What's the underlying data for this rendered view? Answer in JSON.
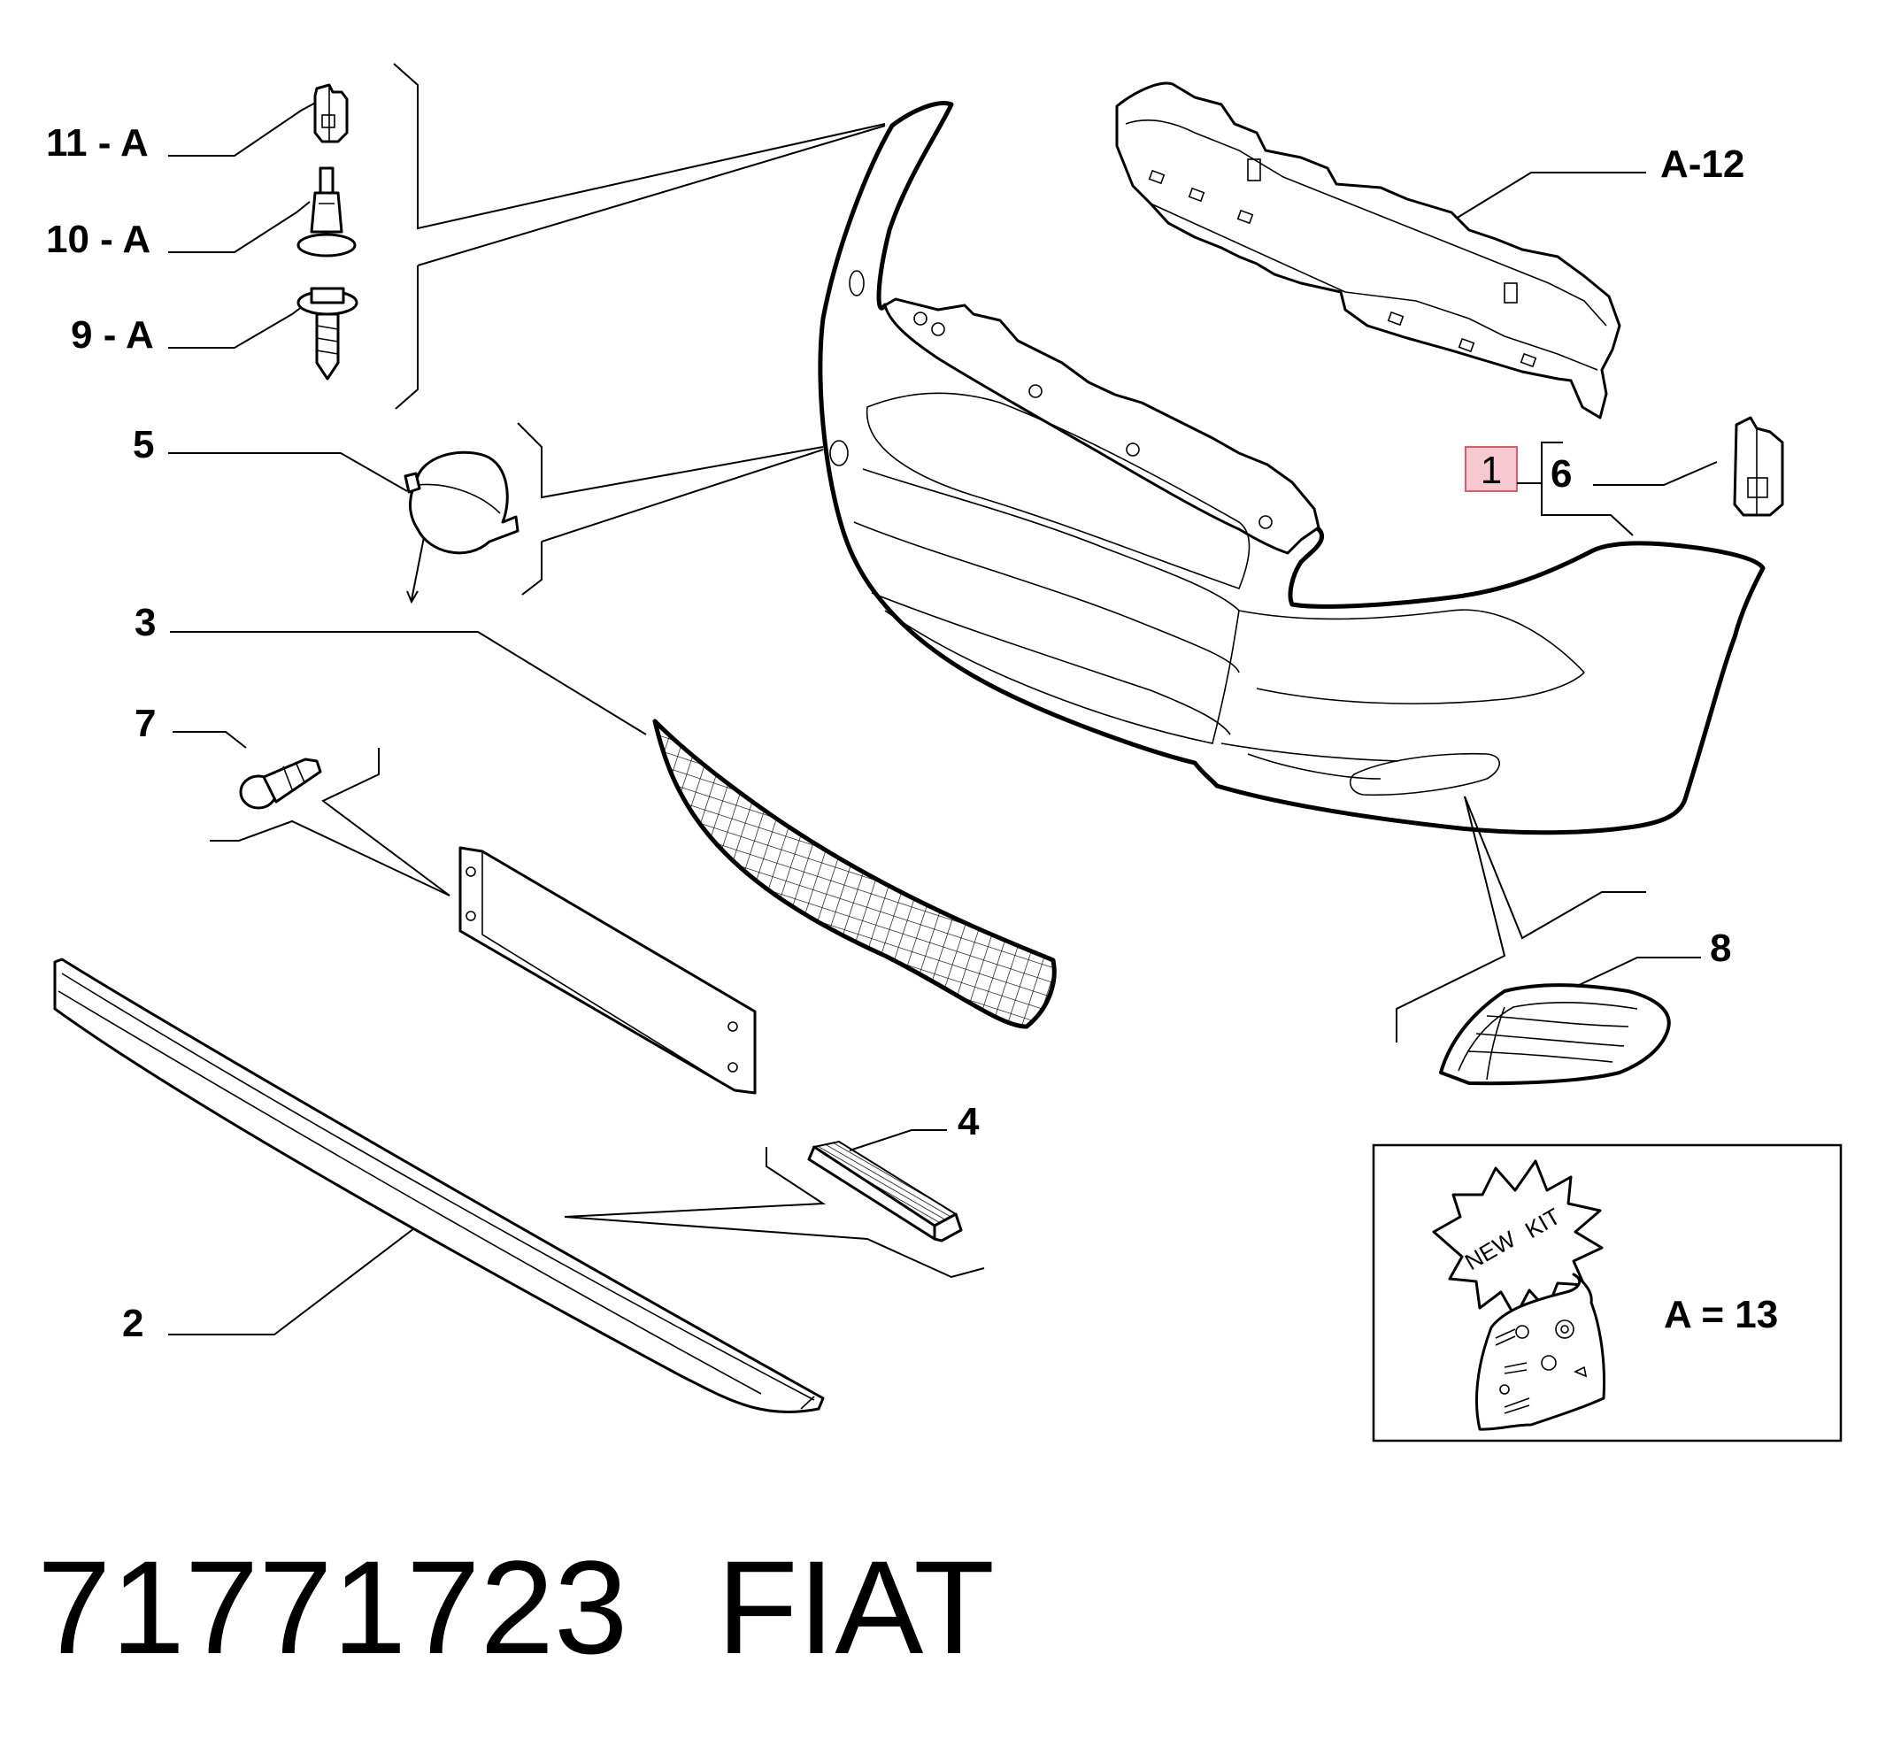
{
  "callouts": {
    "c11": "11 - A",
    "c10": "10 - A",
    "c9": "9 - A",
    "c5": "5",
    "c3": "3",
    "c7": "7",
    "c2": "2",
    "c4": "4",
    "c8": "8",
    "c6": "6",
    "c1": "1",
    "cA12": "A-12"
  },
  "kit": {
    "badge_line1": "NEW",
    "badge_line2": "KIT",
    "equation": "A = 13"
  },
  "footer": {
    "part_number": "71771723",
    "brand": "FIAT"
  },
  "colors": {
    "highlight_stroke": "#e05a6a",
    "highlight_fill": "#f6c8cf",
    "highlight_text": "#555555"
  }
}
